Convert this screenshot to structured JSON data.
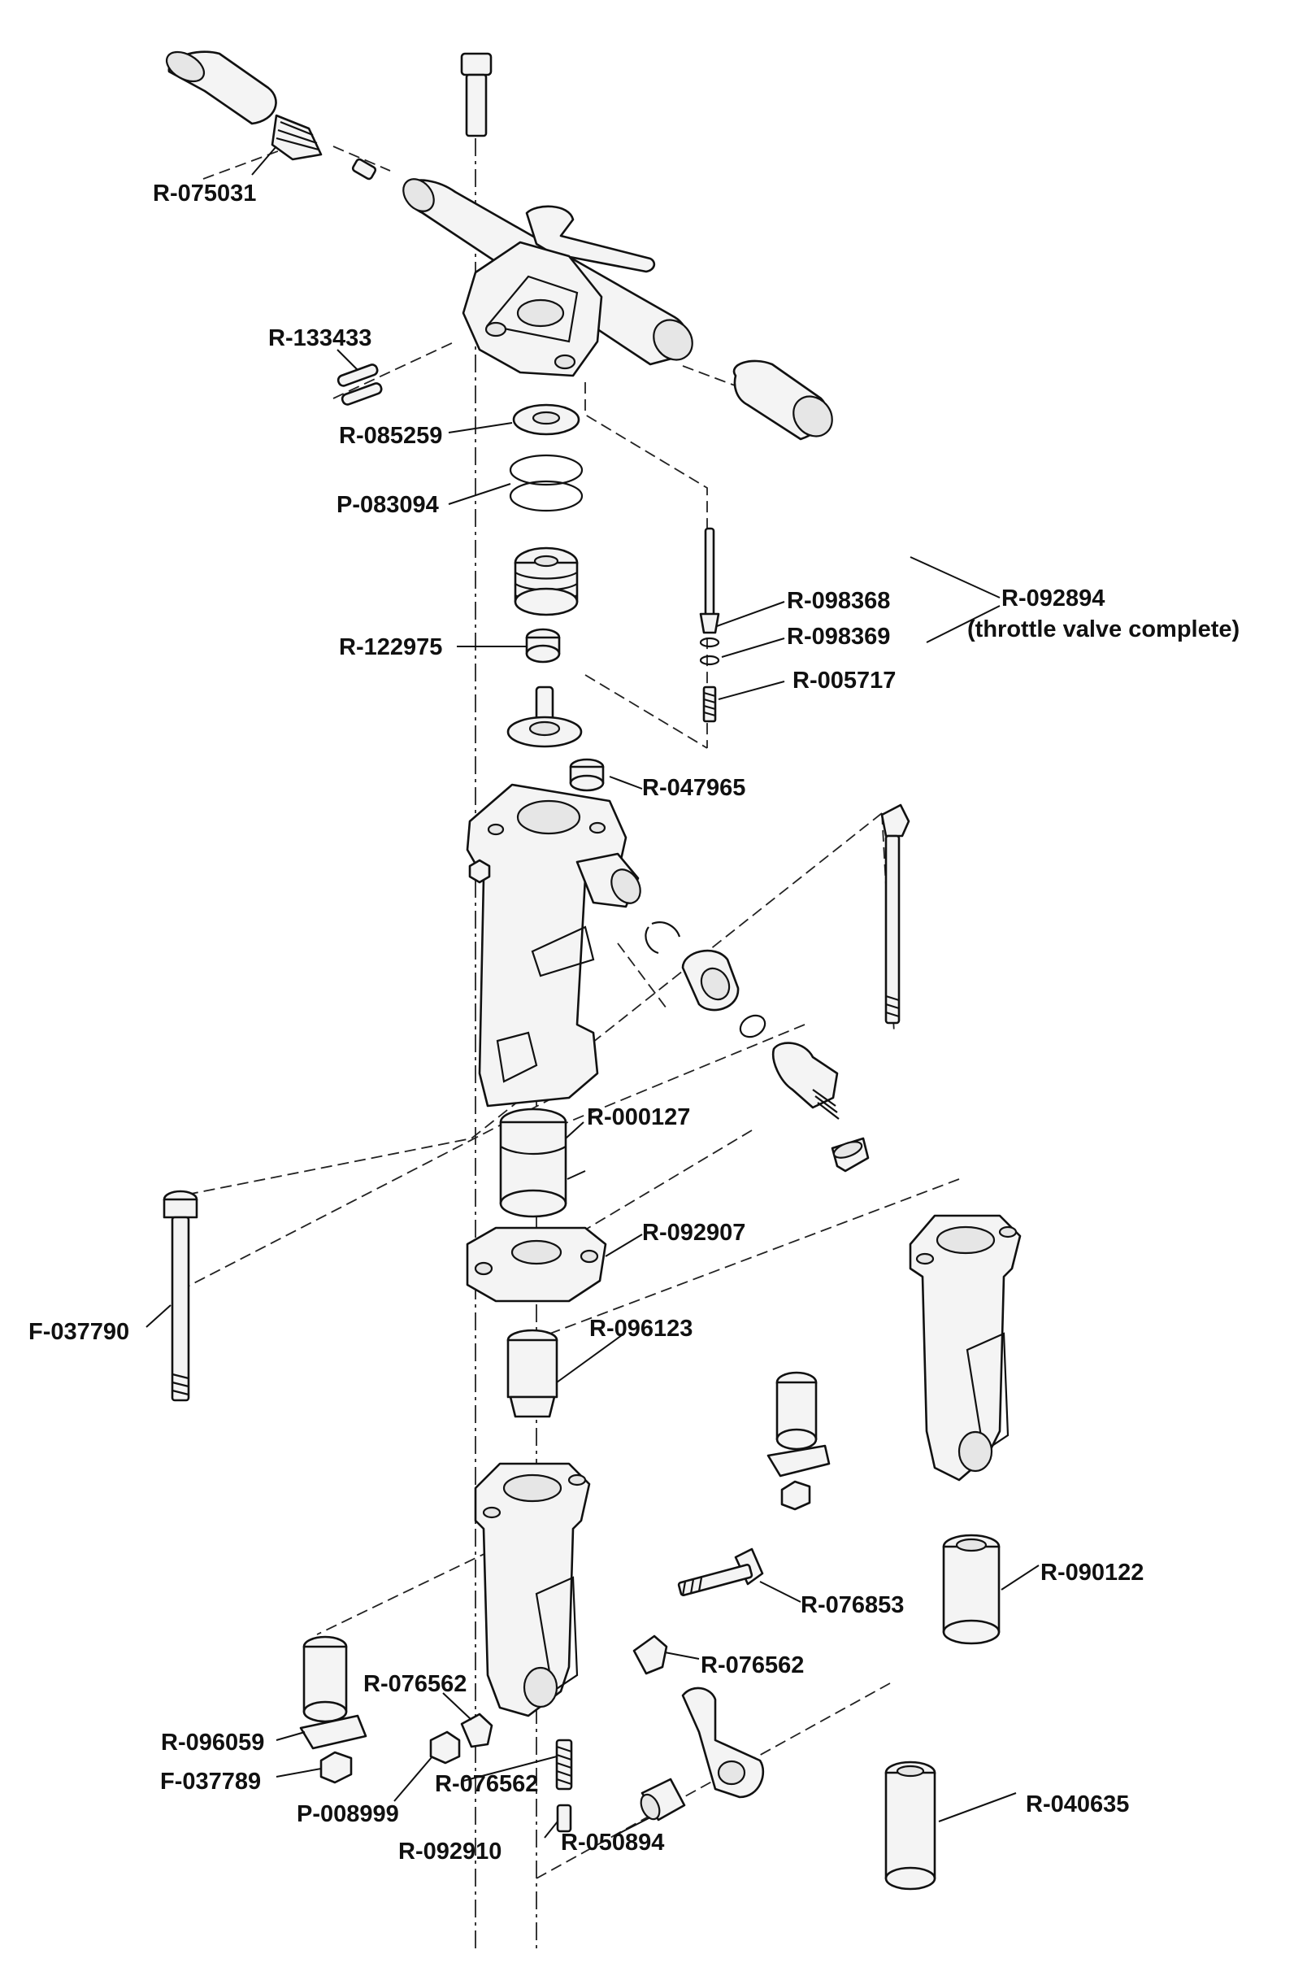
{
  "labels": {
    "r075031": "R-075031",
    "r133433": "R-133433",
    "r085259": "R-085259",
    "p083094": "P-083094",
    "r122975": "R-122975",
    "r098368": "R-098368",
    "r098369": "R-098369",
    "r005717": "R-005717",
    "r092894": "R-092894",
    "throttle": "(throttle valve complete)",
    "r047965": "R-047965",
    "r000127": "R-000127",
    "r092907": "R-092907",
    "f037790": "F-037790",
    "r096123": "R-096123",
    "r090122": "R-090122",
    "r076853": "R-076853",
    "r076562a": "R-076562",
    "r076562b": "R-076562",
    "r076562c": "R-076562",
    "r096059": "R-096059",
    "f037789": "F-037789",
    "p008999": "P-008999",
    "r092910": "R-092910",
    "r050894": "R-050894",
    "r040635": "R-040635"
  }
}
